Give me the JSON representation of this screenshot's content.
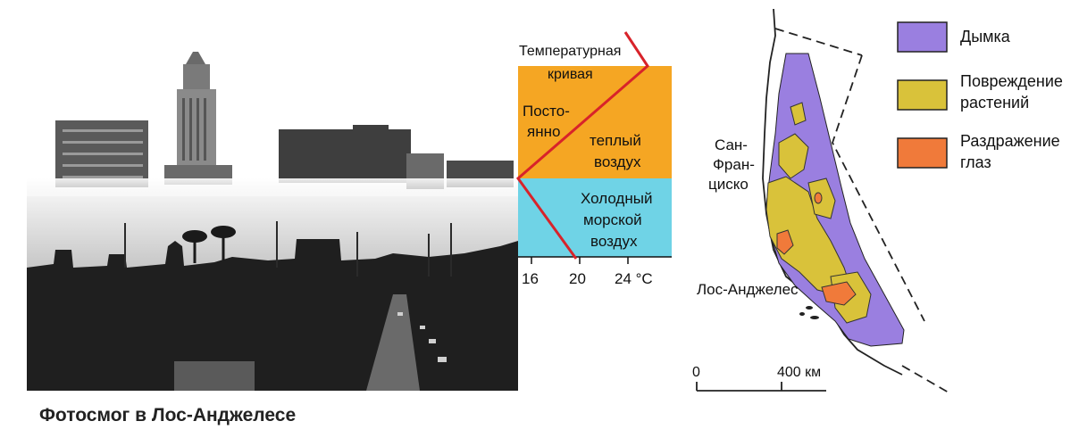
{
  "caption": "Фотосмог в Лос-Анджелесе",
  "inversion": {
    "curve_label_line1": "Температурная",
    "curve_label_line2": "кривая",
    "permanent_line1": "Посто-",
    "permanent_line2": "янно",
    "warm_line1": "теплый",
    "warm_line2": "воздух",
    "cold_line1": "Холодный",
    "cold_line2": "морской",
    "cold_line3": "воздух",
    "ticks": [
      "16",
      "20",
      "24 °C"
    ],
    "colors": {
      "warm": "#f5a623",
      "cold": "#6fd3e6",
      "curve": "#d8232a"
    }
  },
  "map": {
    "legend": [
      {
        "label": "Дымка",
        "color": "#9a7fe0"
      },
      {
        "label_line1": "Повреждение",
        "label_line2": "растений",
        "color": "#d9c23a"
      },
      {
        "label_line1": "Раздражение",
        "label_line2": "глаз",
        "color": "#f07a3a"
      }
    ],
    "city_sf_line1": "Сан-",
    "city_sf_line2": "Фран-",
    "city_sf_line3": "циско",
    "city_la": "Лос-Анджелес",
    "scale_start": "0",
    "scale_end": "400 км"
  }
}
